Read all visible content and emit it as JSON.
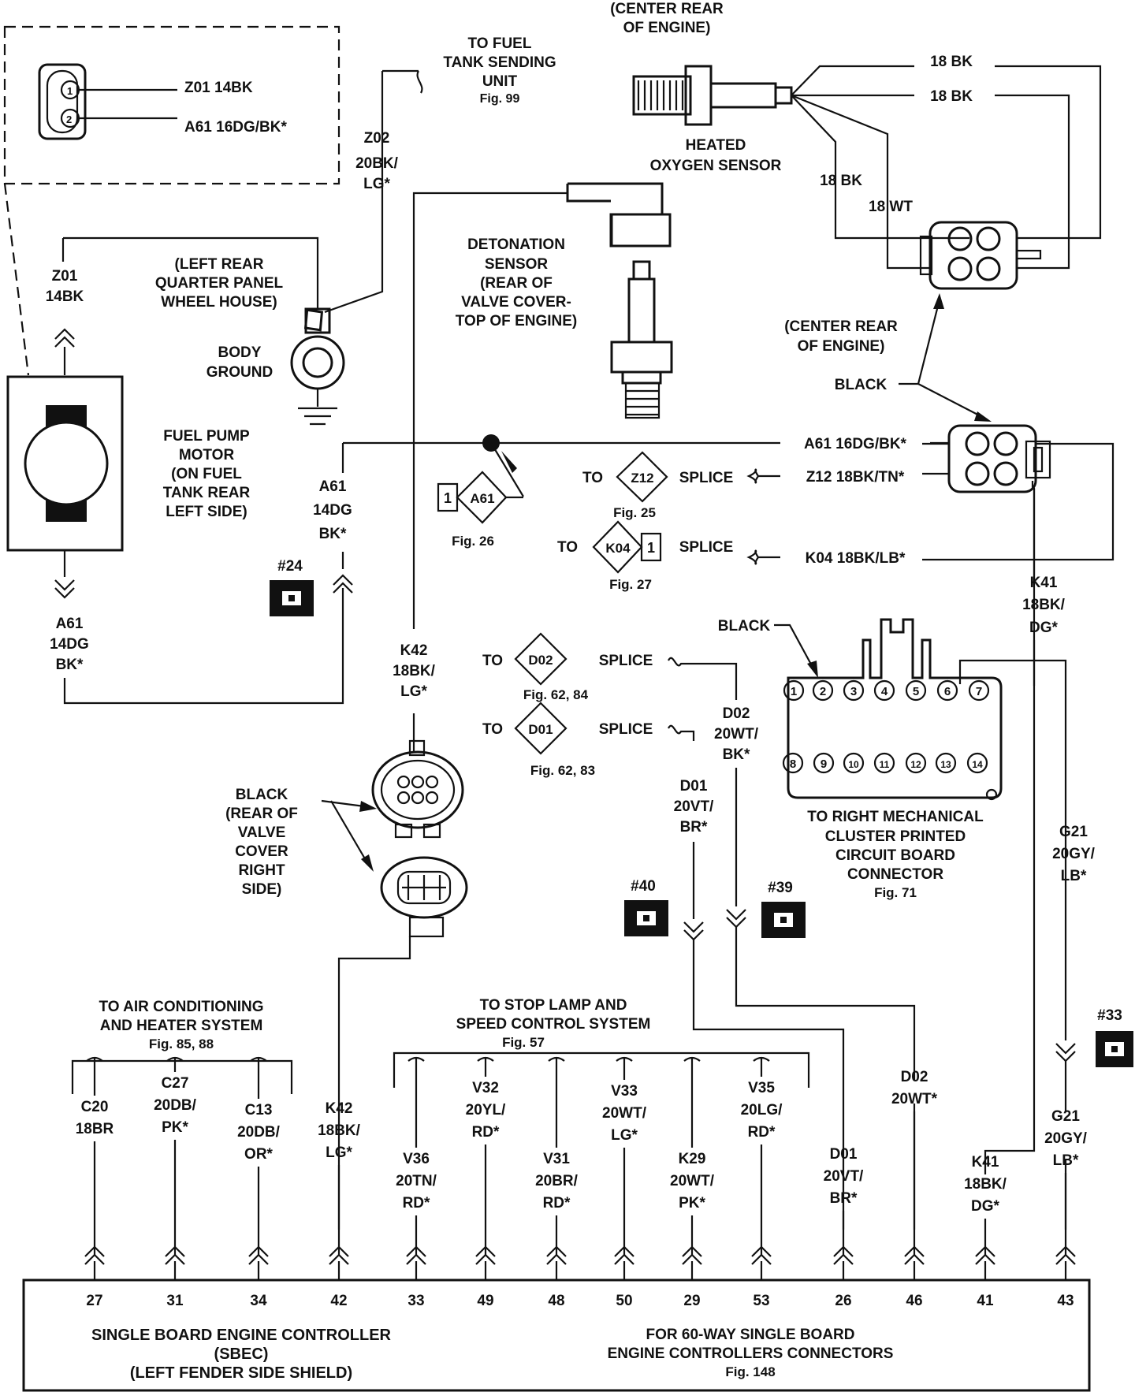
{
  "header": {
    "center_rear_top": [
      "(CENTER REAR",
      "OF ENGINE)"
    ]
  },
  "connectors": {
    "fuel_pump_inset": {
      "pins": [
        "Z01 14BK",
        "A61 16DG/BK*"
      ]
    },
    "fuel_tank_sending": [
      "TO FUEL",
      "TANK SENDING",
      "UNIT",
      "Fig. 99"
    ],
    "heated_oxygen": {
      "label": [
        "HEATED",
        "OXYGEN SENSOR"
      ],
      "wires": [
        "18 BK",
        "18 BK",
        "18 BK",
        "18 WT"
      ]
    },
    "center_rear_mid": [
      "(CENTER REAR",
      "OF ENGINE)"
    ],
    "black_mid": "BLACK",
    "detonation": [
      "DETONATION",
      "SENSOR",
      "(REAR OF",
      "VALVE COVER-",
      "TOP OF ENGINE)"
    ],
    "body_ground": {
      "location": [
        "(LEFT REAR",
        "QUARTER PANEL",
        "WHEEL HOUSE)"
      ],
      "label": [
        "BODY",
        "GROUND"
      ]
    },
    "fuel_pump_motor": [
      "FUEL PUMP",
      "MOTOR",
      "(ON FUEL",
      "TANK REAR",
      "LEFT SIDE)"
    ],
    "valve_cover": [
      "BLACK",
      "(REAR OF",
      "VALVE",
      "COVER",
      "RIGHT",
      "SIDE)"
    ],
    "cluster": {
      "black": "BLACK",
      "top_pins": [
        "1",
        "2",
        "3",
        "4",
        "5",
        "6",
        "7"
      ],
      "bottom_pins": [
        "8",
        "9",
        "10",
        "11",
        "12",
        "13",
        "14"
      ],
      "label": [
        "TO RIGHT MECHANICAL",
        "CLUSTER PRINTED",
        "CIRCUIT BOARD",
        "CONNECTOR",
        "Fig. 71"
      ]
    }
  },
  "wires_labels": {
    "z02": [
      "Z02",
      "20BK/",
      "LG*"
    ],
    "z01": [
      "Z01",
      "14BK"
    ],
    "a61_right": [
      "A61",
      "14DG",
      "BK*"
    ],
    "a61_left": [
      "A61",
      "14DG",
      "BK*"
    ],
    "a61_main": "A61 16DG/BK*",
    "z12": "Z12 18BK/TN*",
    "k04": "K04 18BK/LB*",
    "k41_top": [
      "K41",
      "18BK/",
      "DG*"
    ],
    "k42_top": [
      "K42",
      "18BK/",
      "LG*"
    ],
    "d02_mid": [
      "D02",
      "20WT/",
      "BK*"
    ],
    "d01_mid": [
      "D01",
      "20VT/",
      "BR*"
    ],
    "g21_top": [
      "G21",
      "20GY/",
      "LB*"
    ]
  },
  "splices": {
    "a61": {
      "box_left": "1",
      "name": "A61",
      "fig": "Fig. 26"
    },
    "z12": {
      "to": "TO",
      "name": "Z12",
      "word": "SPLICE",
      "fig": "Fig. 25"
    },
    "k04": {
      "to": "TO",
      "name": "K04",
      "box_right": "1",
      "word": "SPLICE",
      "fig": "Fig. 27"
    },
    "d02": {
      "to": "TO",
      "name": "D02",
      "word": "SPLICE",
      "fig": "Fig. 62, 84"
    },
    "d01": {
      "to": "TO",
      "name": "D01",
      "word": "SPLICE",
      "fig": "Fig. 62, 83"
    }
  },
  "grounds": {
    "g24": "#24",
    "g40": "#40",
    "g39": "#39",
    "g33": "#33"
  },
  "systems": {
    "air_cond": [
      "TO AIR CONDITIONING",
      "AND HEATER SYSTEM",
      "Fig. 85, 88"
    ],
    "stop_lamp": [
      "TO STOP LAMP AND",
      "SPEED CONTROL SYSTEM",
      "Fig. 57"
    ]
  },
  "bottom_wires": [
    {
      "lines": [
        "C20",
        "18BR"
      ],
      "pin": "27"
    },
    {
      "lines": [
        "C27",
        "20DB/",
        "PK*"
      ],
      "pin": "31"
    },
    {
      "lines": [
        "C13",
        "20DB/",
        "OR*"
      ],
      "pin": "34"
    },
    {
      "lines": [
        "K42",
        "18BK/",
        "LG*"
      ],
      "pin": "42"
    },
    {
      "lines": [
        "V36",
        "20TN/",
        "RD*"
      ],
      "pin": "33"
    },
    {
      "lines": [
        "V32",
        "20YL/",
        "RD*"
      ],
      "pin": "49"
    },
    {
      "lines": [
        "V31",
        "20BR/",
        "RD*"
      ],
      "pin": "48"
    },
    {
      "lines": [
        "V33",
        "20WT/",
        "LG*"
      ],
      "pin": "50"
    },
    {
      "lines": [
        "K29",
        "20WT/",
        "PK*"
      ],
      "pin": "29"
    },
    {
      "lines": [
        "V35",
        "20LG/",
        "RD*"
      ],
      "pin": "53"
    },
    {
      "lines": [
        "D01",
        "20VT/",
        "BR*"
      ],
      "pin": "26"
    },
    {
      "lines": [
        "D02",
        "20WT*"
      ],
      "pin": "46"
    },
    {
      "lines": [
        "K41",
        "18BK/",
        "DG*"
      ],
      "pin": "41"
    },
    {
      "lines": [
        "G21",
        "20GY/",
        "LB*"
      ],
      "pin": "43"
    }
  ],
  "controller": {
    "left": [
      "SINGLE BOARD ENGINE   CONTROLLER",
      "(SBEC)",
      "(LEFT FENDER SIDE SHIELD)"
    ],
    "right": [
      "FOR 60-WAY SINGLE BOARD",
      "ENGINE CONTROLLERS CONNECTORS",
      "Fig. 148"
    ]
  }
}
